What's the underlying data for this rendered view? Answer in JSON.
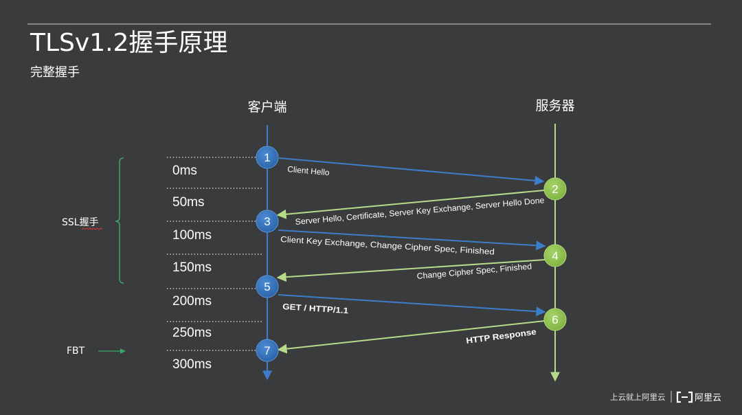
{
  "title": "TLSv1.2握手原理",
  "subtitle": "完整握手",
  "lanes": {
    "client": "客户端",
    "server": "服务器"
  },
  "steps": [
    "1",
    "2",
    "3",
    "4",
    "5",
    "6",
    "7"
  ],
  "messages": [
    "Client Hello",
    "Server Hello, Certificate, Server Key Exchange, Server Hello Done",
    "Client Key Exchange, Change Cipher Spec, Finished",
    "Change Cipher Spec, Finished",
    "GET / HTTP/1.1",
    "HTTP Response"
  ],
  "timeline": [
    "0ms",
    "50ms",
    "100ms",
    "150ms",
    "200ms",
    "250ms",
    "300ms"
  ],
  "ssl_label": "SSL握手",
  "fbt_label": "FBT",
  "footer": {
    "slogan": "上云就上阿里云",
    "brand": "阿里云",
    "logo_icon": "aliyun-logo-icon"
  },
  "colors": {
    "background": "#3a3b3d",
    "client_blue": "#3d7dca",
    "client_circle": "#2f6db5",
    "server_green": "#b6dc89",
    "server_circle": "#8cc04b",
    "bracket_green": "#3aa86c"
  }
}
